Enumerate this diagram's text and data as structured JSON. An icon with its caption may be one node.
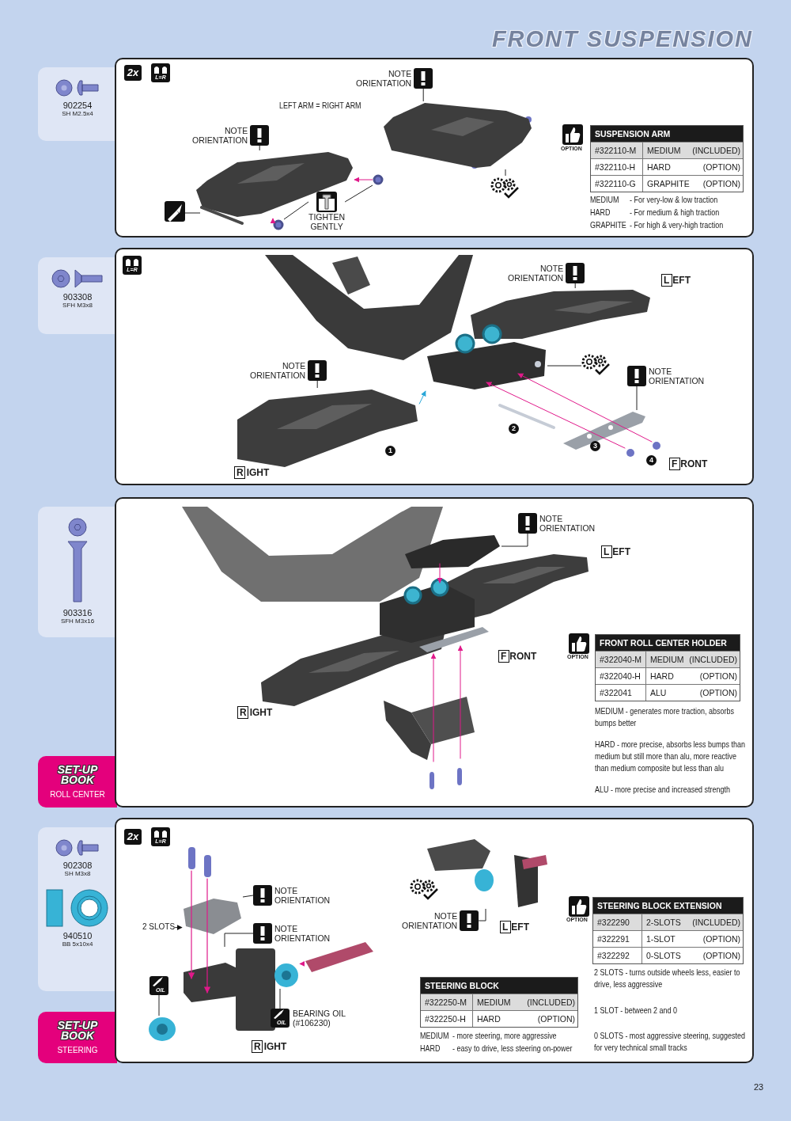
{
  "diagram": {
    "title": "FRONT SUSPENSION",
    "nodes": [
      {
        "text": [
          "902254",
          "SH M2.5x4"
        ]
      },
      {
        "text": [],
        "shape": "box"
      },
      {
        "text": [
          "NOTE ORIENTATION"
        ],
        "in": 1
      },
      {
        "text": [
          "NOTE ORIENTATION"
        ],
        "in": 1
      },
      {
        "text": [
          "TIGHTEN GENTLY"
        ],
        "in": 1
      },
      {
        "text": [],
        "shape": "picture",
        "in": 1
      },
      {
        "text": [],
        "shape": "picture",
        "in": 1
      },
      {
        "text": [
          "903308",
          "SFH M3x8"
        ]
      },
      {
        "text": [],
        "shape": "box"
      },
      {
        "text": [
          "NOTE ORIENTATION"
        ],
        "in": 8
      },
      {
        "text": [
          "NOTE ORIENTATION"
        ],
        "in": 8
      },
      {
        "text": [
          "NOTE ORIENTATION"
        ],
        "in": 8
      },
      {
        "text": [],
        "shape": "picture",
        "in": 8
      },
      {
        "text": [
          "903316",
          "SFH M3x16"
        ]
      },
      {
        "text": [
          "SET-UP BOOK",
          "ROLL CENTER"
        ]
      },
      {
        "text": [],
        "shape": "box"
      },
      {
        "text": [
          "NOTE ORIENTATION"
        ],
        "in": 15
      },
      {
        "text": [
          "902308",
          "SH M3x8",
          "940510",
          "BB 5x10x4"
        ]
      },
      {
        "text": [
          "SET-UP BOOK",
          "STEERING"
        ]
      },
      {
        "text": [],
        "shape": "box"
      },
      {
        "text": [
          "NOTE ORIENTATION"
        ],
        "in": 19
      },
      {
        "text": [
          "NOTE ORIENTATION"
        ],
        "in": 19
      },
      {
        "text": [
          "NOTE ORIENTATION"
        ],
        "in": 19
      },
      {
        "text": [
          "2 SLOTS"
        ],
        "in": 19
      },
      {
        "text": [
          "OIL"
        ],
        "in": 19
      },
      {
        "text": [
          "OIL"
        ],
        "in": 19,
        "beside": [
          "BEARING OIL (#106230)"
        ]
      },
      {
        "text": [
          "L=R"
        ],
        "in": 1
      },
      {
        "text": [
          "L=R"
        ],
        "in": 8
      },
      {
        "text": [
          "L=R"
        ],
        "in": 19
      },
      {
        "text": [],
        "shape": "picture",
        "in": 1
      },
      {
        "text": [],
        "shape": "picture",
        "in": 1
      },
      {
        "text": [],
        "shape": "picture",
        "in": 1
      },
      {
        "text": [],
        "shape": "circle",
        "in": 1
      },
      {
        "text": [],
        "shape": "circle",
        "in": 1
      },
      {
        "text": [],
        "shape": "picture",
        "in": 8
      },
      {
        "text": [],
        "shape": "picture",
        "in": 8
      },
      {
        "text": [],
        "shape": "picture",
        "in": 8
      },
      {
        "text": [],
        "shape": "picture",
        "in": 8
      },
      {
        "text": [],
        "shape": "picture",
        "in": 15
      },
      {
        "text": [],
        "shape": "picture",
        "in": 19
      },
      {
        "text": [],
        "shape": "picture",
        "in": 19
      },
      {
        "text": [],
        "shape": "picture",
        "in": 19
      },
      {
        "text": [],
        "shape": "picture",
        "in": 19
      },
      {
        "text": [],
        "shape": "picture",
        "in": 19
      },
      {
        "text": [],
        "shape": "picture",
        "in": 19
      }
    ],
    "edges": [
      {
        "from": 2,
        "to": 29,
        "arrow": "none"
      },
      {
        "from": 3,
        "to": 30,
        "arrow": "none"
      },
      {
        "from": 4,
        "to": 32,
        "arrow": "none"
      },
      {
        "from": 4,
        "to": 33,
        "arrow": "none"
      },
      {
        "from": 5,
        "to": 31,
        "arrow": "none"
      },
      {
        "from": 6,
        "to": 29,
        "arrow": "none"
      },
      {
        "from": 9,
        "to": 34,
        "arrow": "none"
      },
      {
        "from": 10,
        "to": 35,
        "arrow": "none"
      },
      {
        "from": 11,
        "to": 36,
        "arrow": "none"
      },
      {
        "from": 12,
        "to": 37,
        "arrow": "none"
      },
      {
        "from": 16,
        "to": 38,
        "arrow": "none"
      },
      {
        "from": 20,
        "to": 39,
        "arrow": "none"
      },
      {
        "from": 21,
        "to": 40,
        "arrow": "none"
      },
      {
        "from": 22,
        "to": 41,
        "arrow": "none"
      },
      {
        "from": 23,
        "to": 39,
        "arrow": "to"
      },
      {
        "from": 24,
        "to": 42,
        "arrow": "none"
      },
      {
        "from": 25,
        "to": 43,
        "arrow": "none"
      },
      {
        "from": 33,
        "to": 30,
        "arrow": "to",
        "color": "#e0198a"
      },
      {
        "from": 32,
        "to": 30,
        "arrow": "to",
        "color": "#e0198a"
      },
      {
        "from": 35,
        "to": 37,
        "arrow": "to",
        "color": "#2aa7d8"
      },
      {
        "from": 44,
        "to": 43,
        "arrow": "to",
        "color": "#e0198a"
      }
    ],
    "labels": [
      "2x",
      "LEFT ARM = RIGHT ARM",
      "OPTION",
      "SUSPENSION ARM",
      "#322110-M",
      "MEDIUM",
      "(INCLUDED)",
      "#322110-H",
      "HARD",
      "(OPTION)",
      "#322110-G",
      "GRAPHITE",
      "(OPTION)",
      "MEDIUM",
      "- For very-low & low traction",
      "HARD",
      "- For medium & high traction",
      "GRAPHITE",
      "- For high & very-high traction",
      "LEFT",
      "2",
      "1",
      "3",
      "4",
      "FRONT",
      "RIGHT",
      "LEFT",
      "OPTION",
      "FRONT ROLL CENTER HOLDER",
      "#322040-M",
      "MEDIUM",
      "(INCLUDED)",
      "#322040-H",
      "HARD",
      "(OPTION)",
      "#322041",
      "ALU",
      "(OPTION)",
      "FRONT",
      "RIGHT",
      "MEDIUM - generates more traction, absorbs bumps better",
      "HARD - more precise, absorbs less bumps than medium but still more than alu, more reactive than medium composite but less than alu",
      "ALU - more precise and increased strength",
      "2x",
      "LEFT",
      "OPTION",
      "STEERING BLOCK EXTENSION",
      "#322290",
      "2-SLOTS",
      "(INCLUDED)",
      "#322291",
      "1-SLOT",
      "(OPTION)",
      "#322292",
      "0-SLOTS",
      "(OPTION)",
      "2 SLOTS - turns outside wheels less, easier to drive, less aggressive",
      "STEERING BLOCK",
      "#322250-M",
      "MEDIUM",
      "(INCLUDED)",
      "#322250-H",
      "HARD",
      "(OPTION)",
      "1 SLOT - between 2 and 0",
      "MEDIUM",
      "- more steering, more aggressive",
      "HARD",
      "- easy to drive, less steering on-power",
      "0 SLOTS - most aggressive steering, suggested for very technical small tracks",
      "RIGHT",
      "23"
    ]
  }
}
